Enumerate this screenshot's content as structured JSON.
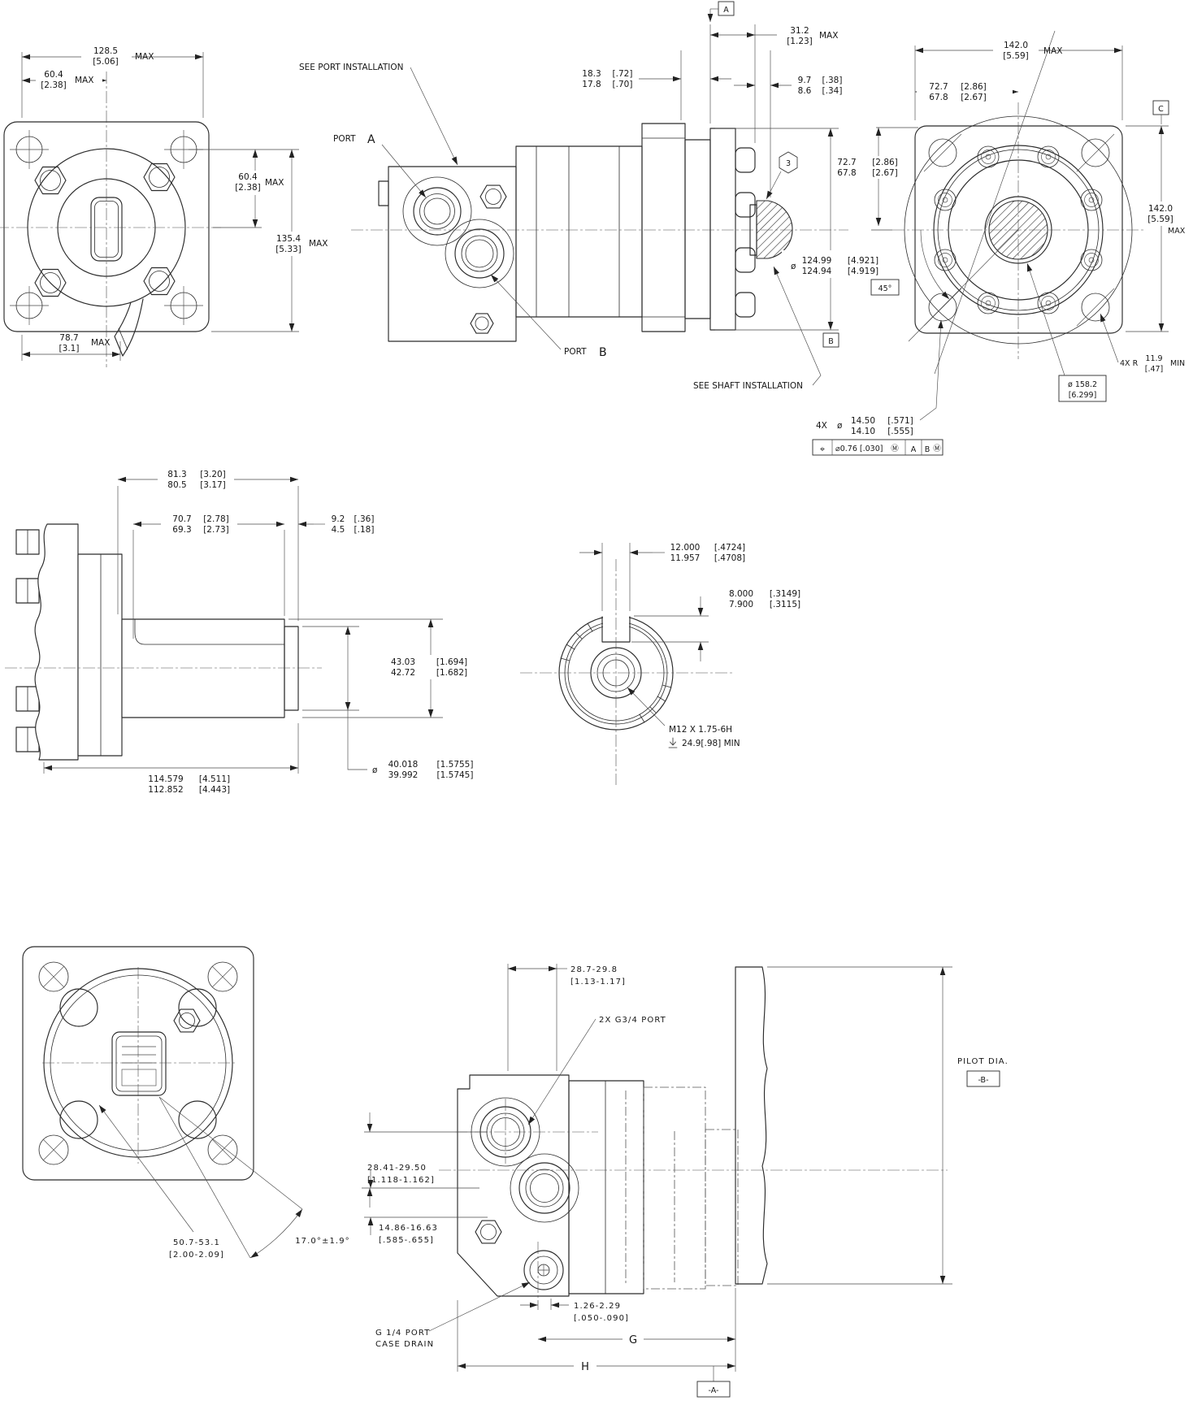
{
  "front": {
    "w_mm": "128.5",
    "w_in": "[5.06]",
    "w_sfx": "MAX",
    "hx_mm": "60.4",
    "hx_in": "[2.38]",
    "hx_sfx": "MAX",
    "hy_mm": "60.4",
    "hy_in": "[2.38]",
    "hy_sfx": "MAX",
    "h_mm": "135.4",
    "h_in": "[5.33]",
    "h_sfx": "MAX",
    "p_mm": "78.7",
    "p_in": "[3.1]",
    "p_sfx": "MAX"
  },
  "side": {
    "see_port": "SEE PORT INSTALLATION",
    "see_shaft": "SEE SHAFT INSTALLATION",
    "port": "PORT",
    "a": "A",
    "b": "B",
    "datum_a": "A",
    "datum_b": "B",
    "balloon": "3",
    "fl_mm1": "18.3",
    "fl_mm2": "17.8",
    "fl_in1": "[.72]",
    "fl_in2": "[.70]",
    "hub_mm": "31.2",
    "hub_in": "[1.23]",
    "hub_sfx": "MAX",
    "lip_mm1": "9.7",
    "lip_mm2": "8.6",
    "lip_in1": "[.38]",
    "lip_in2": "[.34]",
    "pd_sym": "ø",
    "pd_mm1": "124.99",
    "pd_mm2": "124.94",
    "pd_in1": "[4.921]",
    "pd_in2": "[4.919]"
  },
  "rear": {
    "w_mm": "142.0",
    "w_in": "[5.59]",
    "w_sfx": "MAX",
    "bx_mm1": "72.7",
    "bx_mm2": "67.8",
    "bx_in1": "[2.86]",
    "bx_in2": "[2.67]",
    "by_mm1": "72.7",
    "by_mm2": "67.8",
    "by_in1": "[2.86]",
    "by_in2": "[2.67]",
    "h_mm": "142.0",
    "h_in": "[5.59]",
    "h_sfx": "MAX",
    "datum_c": "C",
    "angle": "45°",
    "r_pre": "4X R",
    "r_mm": "11.9",
    "r_in": "[.47]",
    "r_sfx": "MIN",
    "pilot1": "ø 158.2",
    "pilot2": "[6.299]",
    "holes_pre": "4X",
    "holes_sym": "ø",
    "holes_mm1": "14.50",
    "holes_mm2": "14.10",
    "holes_in1": "[.571]",
    "holes_in2": "[.555]",
    "fcf_sym": "⌖",
    "fcf_tol": "⌀0.76 [.030]",
    "fcf_m1": "Ⓜ",
    "fcf_d1": "A",
    "fcf_d2": "B",
    "fcf_m2": "Ⓜ"
  },
  "shaft": {
    "l_mm1": "81.3",
    "l_mm2": "80.5",
    "l_in1": "[3.20]",
    "l_in2": "[3.17]",
    "k_mm1": "70.7",
    "k_mm2": "69.3",
    "k_in1": "[2.78]",
    "k_in2": "[2.73]",
    "e_mm1": "9.2",
    "e_mm2": "4.5",
    "e_in1": "[.36]",
    "e_in2": "[.18]",
    "d1_mm1": "43.03",
    "d1_mm2": "42.72",
    "d1_in1": "[1.694]",
    "d1_in2": "[1.682]",
    "d2_sym": "ø",
    "d2_mm1": "40.018",
    "d2_mm2": "39.992",
    "d2_in1": "[1.5755]",
    "d2_in2": "[1.5745]",
    "t_mm1": "114.579",
    "t_mm2": "112.852",
    "t_in1": "[4.511]",
    "t_in2": "[4.443]"
  },
  "shaft_end": {
    "kw_mm1": "12.000",
    "kw_mm2": "11.957",
    "kw_in1": "[.4724]",
    "kw_in2": "[.4708]",
    "kh_mm1": "8.000",
    "kh_mm2": "7.900",
    "kh_in1": "[.3149]",
    "kh_in2": "[.3115]",
    "thread1": "M12 X 1.75-6H",
    "thread_depth": "24.9[.98] MIN"
  },
  "rear2": {
    "angle": "17.0°±1.9°",
    "off_mm": "50.7-53.1",
    "off_in": "[2.00-2.09]"
  },
  "side2": {
    "pd_mm": "28.7-29.8",
    "pd_in": "[1.13-1.17]",
    "ports": "2X G3/4 PORT",
    "a_mm": "28.41-29.50",
    "a_in": "[1.118-1.162]",
    "b_mm": "14.86-16.63",
    "b_in": "[.585-.655]",
    "drain1": "G 1/4 PORT",
    "drain2": "CASE DRAIN",
    "c_mm": "1.26-2.29",
    "c_in": "[.050-.090]",
    "g": "G",
    "h": "H",
    "pilot": "PILOT DIA.",
    "pilot_ref": "-B-",
    "datum": "-A-"
  }
}
